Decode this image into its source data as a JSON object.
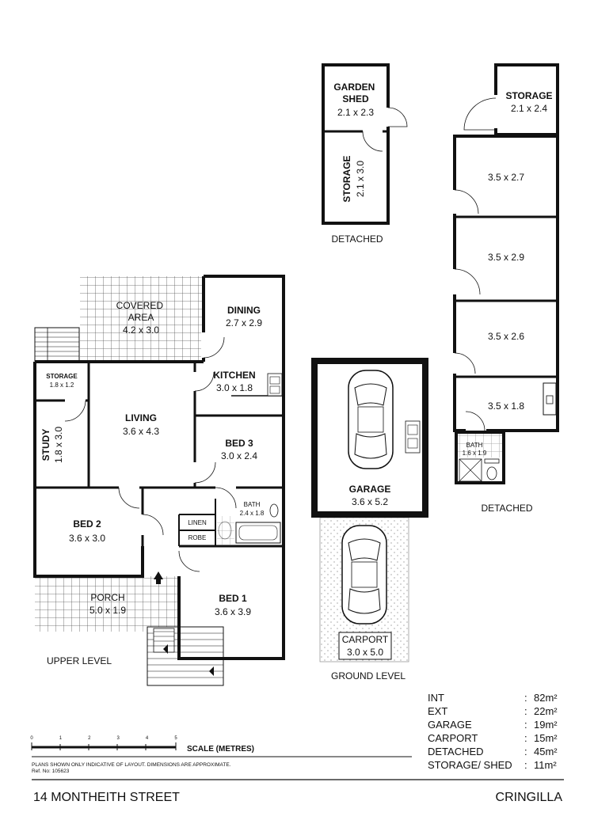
{
  "rooms": {
    "garden_shed": {
      "name": "GARDEN\nSHED",
      "dims": "2.1 x 2.3"
    },
    "storage_detached_left": {
      "name": "STORAGE",
      "dims": "2.1 x 3.0"
    },
    "detached_left_label": "DETACHED",
    "storage_top_right": {
      "name": "STORAGE",
      "dims": "2.1 x 2.4"
    },
    "room_a": {
      "dims": "3.5 x 2.7"
    },
    "room_b": {
      "dims": "3.5 x 2.9"
    },
    "room_c": {
      "dims": "3.5 x 2.6"
    },
    "room_d": {
      "dims": "3.5 x 1.8"
    },
    "bath_detached": {
      "name": "BATH",
      "dims": "1.6 x 1.9"
    },
    "detached_right_label": "DETACHED",
    "covered_area": {
      "name": "COVERED\nAREA",
      "dims": "4.2 x 3.0"
    },
    "dining": {
      "name": "DINING",
      "dims": "2.7 x 2.9"
    },
    "storage_upper": {
      "name": "STORAGE",
      "dims": "1.8 x 1.2"
    },
    "kitchen": {
      "name": "KITCHEN",
      "dims": "3.0 x 1.8"
    },
    "living": {
      "name": "LIVING",
      "dims": "3.6 x 4.3"
    },
    "study": {
      "name": "STUDY",
      "dims": "1.8 x 3.0"
    },
    "bed3": {
      "name": "BED 3",
      "dims": "3.0 x 2.4"
    },
    "bed2": {
      "name": "BED 2",
      "dims": "3.6 x 3.0"
    },
    "bath_upper": {
      "name": "BATH",
      "dims": "2.4 x 1.8"
    },
    "linen": {
      "name": "LINEN"
    },
    "robe": {
      "name": "ROBE"
    },
    "porch": {
      "name": "PORCH",
      "dims": "5.0 x 1.9"
    },
    "bed1": {
      "name": "BED 1",
      "dims": "3.6 x 3.9"
    },
    "garage": {
      "name": "GARAGE",
      "dims": "3.6 x 5.2"
    },
    "carport": {
      "name": "CARPORT",
      "dims": "3.0 x 5.0"
    }
  },
  "levels": {
    "upper": "UPPER LEVEL",
    "ground": "GROUND LEVEL"
  },
  "areas": [
    {
      "label": "INT",
      "value": "82m²"
    },
    {
      "label": "EXT",
      "value": "22m²"
    },
    {
      "label": "GARAGE",
      "value": "19m²"
    },
    {
      "label": "CARPORT",
      "value": "15m²"
    },
    {
      "label": "DETACHED",
      "value": "45m²"
    },
    {
      "label": "STORAGE/ SHED",
      "value": "11m²"
    }
  ],
  "scale": {
    "ticks": [
      "0",
      "1",
      "2",
      "3",
      "4",
      "5"
    ],
    "label": "SCALE (METRES)"
  },
  "disclaimer": "PLANS SHOWN ONLY INDICATIVE OF LAYOUT.  DIMENSIONS ARE APPROXIMATE.",
  "ref": "Ref. No: 105623",
  "address": "14 MONTHEITH STREET",
  "suburb": "CRINGILLA"
}
